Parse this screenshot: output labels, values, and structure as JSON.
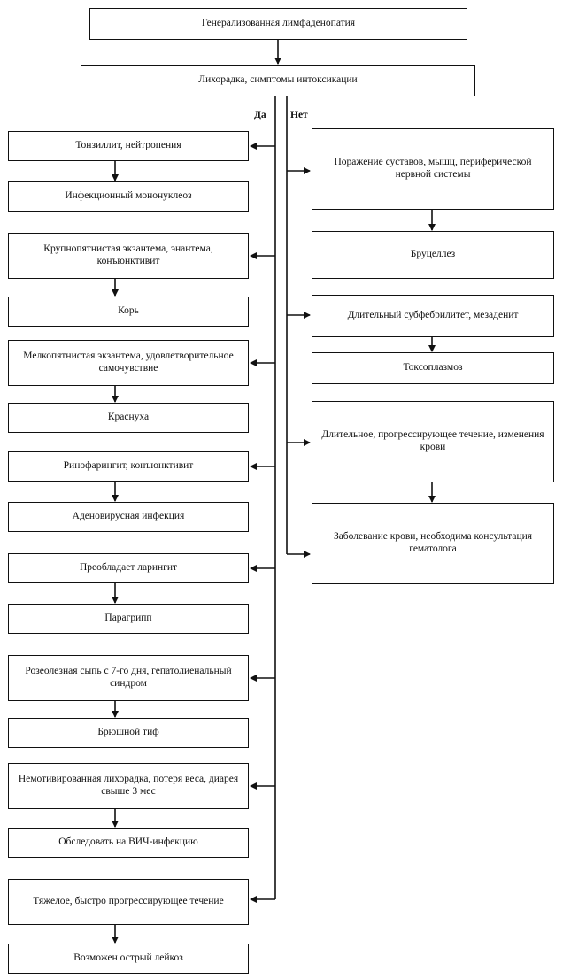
{
  "top": {
    "title": "Генерализованная лимфаденопатия",
    "question": "Лихорадка, симптомы интоксикации"
  },
  "branches": {
    "yes": "Да",
    "no": "Нет"
  },
  "left": [
    {
      "symptom": "Тонзиллит, нейтропения",
      "diagnosis": "Инфекционный мононуклеоз"
    },
    {
      "symptom": "Крупнопятнистая экзантема, энантема, конъюнктивит",
      "diagnosis": "Корь"
    },
    {
      "symptom": "Мелкопятнистая экзантема, удовлетворительное самочувствие",
      "diagnosis": "Краснуха"
    },
    {
      "symptom": "Ринофарингит, конъюнктивит",
      "diagnosis": "Аденовирусная инфекция"
    },
    {
      "symptom": "Преобладает ларингит",
      "diagnosis": "Парагрипп"
    },
    {
      "symptom": "Розеолезная сыпь с 7-го дня, гепатолиенальный синдром",
      "diagnosis": "Брюшной тиф"
    },
    {
      "symptom": "Немотивированная лихорадка, потеря веса, диарея свыше 3 мес",
      "diagnosis": "Обследовать на ВИЧ-инфекцию"
    },
    {
      "symptom": "Тяжелое, быстро прогрессирующее течение",
      "diagnosis": "Возможен острый лейкоз"
    }
  ],
  "right": [
    {
      "symptom": "Поражение суставов, мышц, периферической нервной системы",
      "diagnosis": "Бруцеллез"
    },
    {
      "symptom": "Длительный субфебрилитет, мезаденит",
      "diagnosis": "Токсоплазмоз"
    },
    {
      "symptom": "Длительное, прогрессирующее течение, изменения крови",
      "diagnosis": "Заболевание крови, необходима консультация гематолога"
    }
  ]
}
